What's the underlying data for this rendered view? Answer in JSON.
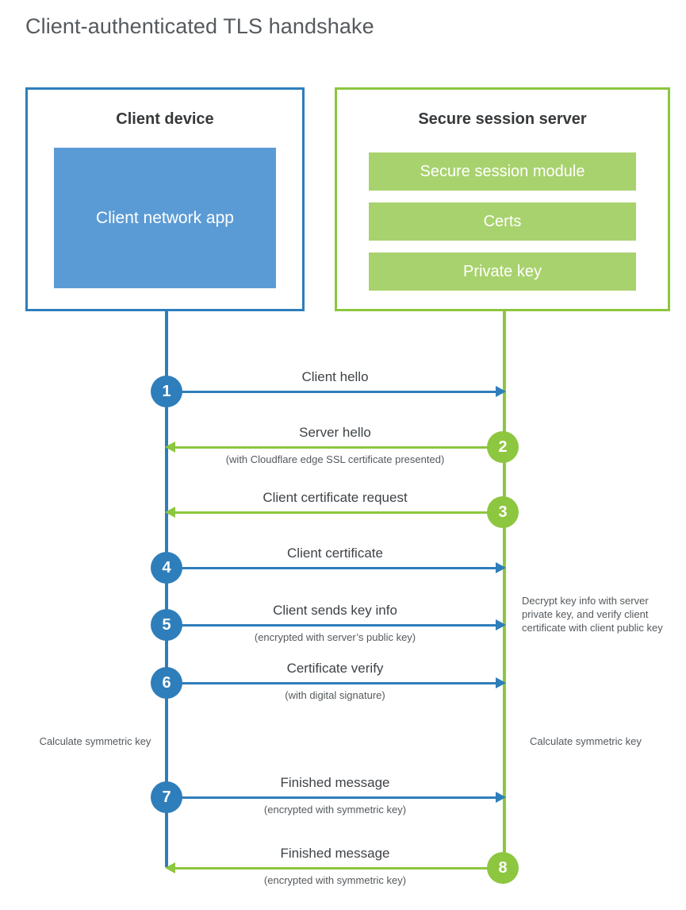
{
  "title": "Client-authenticated TLS handshake",
  "colors": {
    "blue": "#2e7ebb",
    "blue_fill": "#5b9bd5",
    "green": "#8dc63f",
    "green_fill": "#a8d26d",
    "text": "#3e4347",
    "title_text": "#555a5e"
  },
  "client": {
    "title": "Client device",
    "app_label": "Client network app"
  },
  "server": {
    "title": "Secure session server",
    "bars": [
      "Secure session module",
      "Certs",
      "Private key"
    ]
  },
  "steps": [
    {
      "number": "1",
      "label": "Client hello",
      "sub": "",
      "direction": "right",
      "side": "client"
    },
    {
      "number": "2",
      "label": "Server hello",
      "sub": "(with Cloudflare edge SSL certificate presented)",
      "direction": "left",
      "side": "server"
    },
    {
      "number": "3",
      "label": "Client certificate request",
      "sub": "",
      "direction": "left",
      "side": "server"
    },
    {
      "number": "4",
      "label": "Client certificate",
      "sub": "",
      "direction": "right",
      "side": "client"
    },
    {
      "number": "5",
      "label": "Client sends key info",
      "sub": "(encrypted with server’s public key)",
      "direction": "right",
      "side": "client"
    },
    {
      "number": "6",
      "label": "Certificate verify",
      "sub": "(with digital signature)",
      "direction": "right",
      "side": "client"
    },
    {
      "number": "7",
      "label": "Finished message",
      "sub": "(encrypted with symmetric key)",
      "direction": "right",
      "side": "client"
    },
    {
      "number": "8",
      "label": "Finished message",
      "sub": "(encrypted with symmetric key)",
      "direction": "left",
      "side": "server"
    }
  ],
  "notes": {
    "decrypt": "Decrypt key info with server private key, and verify client certificate with client public key",
    "calculate_client": "Calculate symmetric key",
    "calculate_server": "Calculate symmetric key"
  }
}
